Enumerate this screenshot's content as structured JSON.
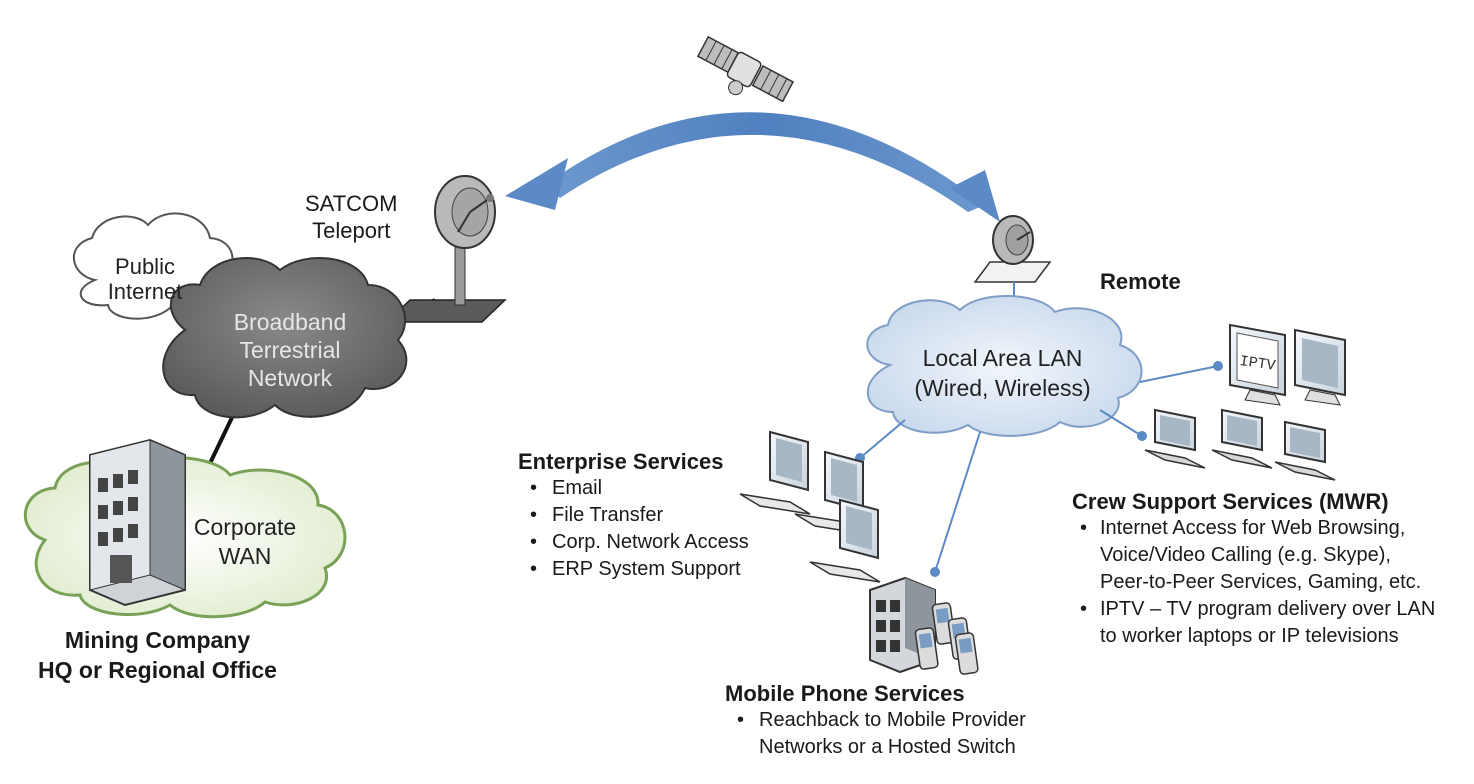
{
  "teleport": {
    "label_line1": "SATCOM",
    "label_line2": "Teleport"
  },
  "remote": {
    "label": "Remote"
  },
  "clouds": {
    "public_internet": {
      "line1": "Public",
      "line2": "Internet"
    },
    "broadband": {
      "line1": "Broadband",
      "line2": "Terrestrial",
      "line3": "Network"
    },
    "corporate_wan": {
      "line1": "Corporate",
      "line2": "WAN"
    },
    "lan": {
      "line1": "Local Area LAN",
      "line2": "(Wired,  Wireless)"
    }
  },
  "hq": {
    "line1": "Mining Company",
    "line2": "HQ or Regional Office"
  },
  "enterprise": {
    "title": "Enterprise Services",
    "items": [
      "Email",
      "File Transfer",
      "Corp. Network Access",
      "ERP System Support"
    ]
  },
  "mobile": {
    "title": "Mobile Phone Services",
    "items": [
      "Reachback to Mobile Provider Networks or a Hosted Switch"
    ]
  },
  "crew": {
    "title": "Crew Support Services (MWR)",
    "items": [
      "Internet Access for Web Browsing, Voice/Video Calling (e.g. Skype), Peer-to-Peer Services, Gaming, etc.",
      "IPTV – TV program delivery over LAN to worker laptops or IP televisions"
    ]
  },
  "iptv_screen": {
    "label": "IPTV"
  },
  "colors": {
    "arc": "#5b8ac6",
    "link_line": "#5b8ac6",
    "dark_cloud": "#6f6f6f",
    "lan_cloud": "#d7e3f2",
    "wan_cloud": "#e6f0d8"
  }
}
